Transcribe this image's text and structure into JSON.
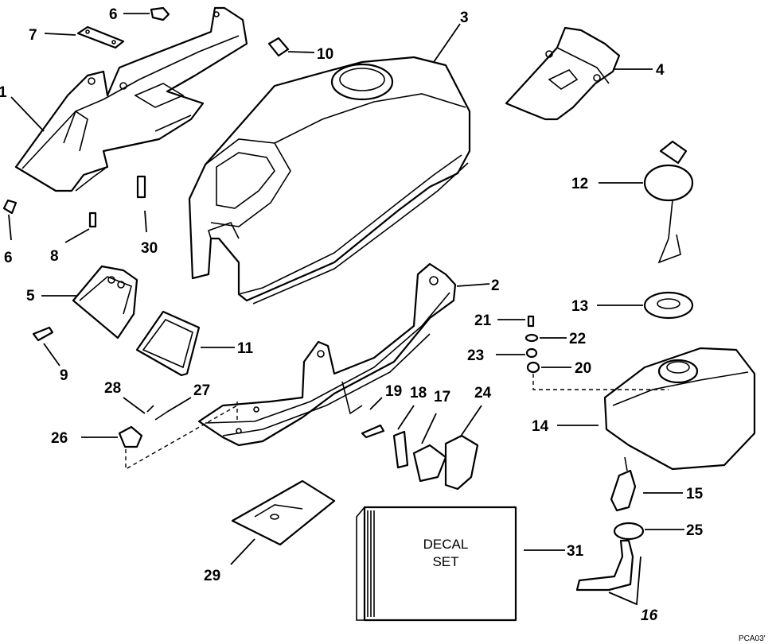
{
  "diagram": {
    "labels": {
      "l1": "1",
      "l2": "2",
      "l3": "3",
      "l4": "4",
      "l5": "5",
      "l6a": "6",
      "l6b": "6",
      "l7": "7",
      "l8": "8",
      "l9": "9",
      "l10": "10",
      "l11": "11",
      "l12": "12",
      "l13": "13",
      "l14": "14",
      "l15": "15",
      "l16": "16",
      "l17": "17",
      "l18": "18",
      "l19": "19",
      "l20": "20",
      "l21": "21",
      "l22": "22",
      "l23": "23",
      "l24": "24",
      "l25": "25",
      "l26": "26",
      "l27": "27",
      "l28": "28",
      "l29": "29",
      "l30": "30",
      "l31": "31"
    },
    "decal_line1": "DECAL",
    "decal_line2": "SET",
    "code": "PCA03'"
  }
}
